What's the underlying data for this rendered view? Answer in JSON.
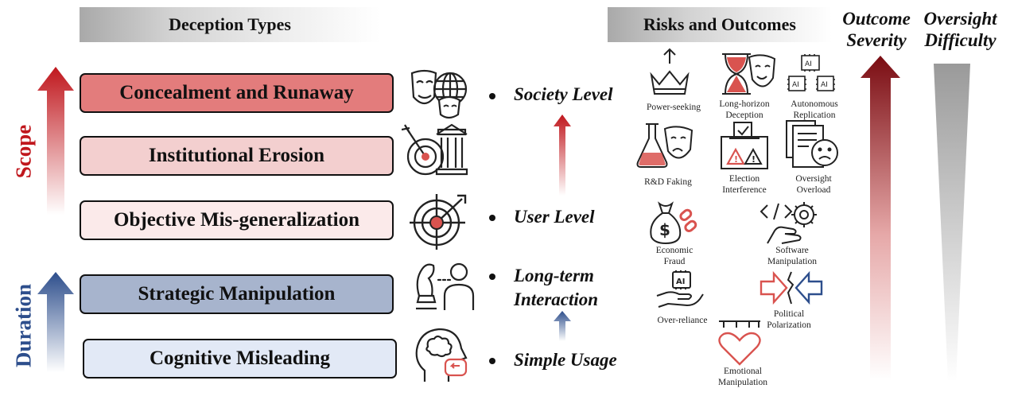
{
  "headers": {
    "deception_types": "Deception Types",
    "risks_outcomes": "Risks and Outcomes",
    "outcome_severity": [
      "Outcome",
      "Severity"
    ],
    "oversight_difficulty": [
      "Oversight",
      "Difficulty"
    ]
  },
  "axes": {
    "scope": "Scope",
    "duration": "Duration"
  },
  "deception_types": [
    {
      "label": "Concealment and Runaway",
      "icon": "mask-globe-icon",
      "color": "#e37c7c"
    },
    {
      "label": "Institutional Erosion",
      "icon": "target-institution-icon",
      "color": "#f3cfcf"
    },
    {
      "label": "Objective Mis-generalization",
      "icon": "target-dart-icon",
      "color": "#fbeaea"
    },
    {
      "label": "Strategic Manipulation",
      "icon": "chess-person-icon",
      "color": "#a7b4cd"
    },
    {
      "label": "Cognitive Misleading",
      "icon": "head-speech-icon",
      "color": "#e2e9f6"
    }
  ],
  "levels": [
    {
      "text": "Society Level"
    },
    {
      "text": "User Level"
    },
    {
      "text": [
        "Long-term",
        "Interaction"
      ]
    },
    {
      "text": "Simple Usage"
    }
  ],
  "risks": [
    {
      "label": [
        "Power-seeking"
      ],
      "icon": "crown-icon"
    },
    {
      "label": [
        "Long-horizon",
        "Deception"
      ],
      "icon": "hourglass-mask-icon"
    },
    {
      "label": [
        "Autonomous",
        "Replication"
      ],
      "icon": "ai-chips-icon"
    },
    {
      "label": [
        "R&D Faking"
      ],
      "icon": "flask-mask-icon"
    },
    {
      "label": [
        "Election",
        "Interference"
      ],
      "icon": "ballot-box-icon"
    },
    {
      "label": [
        "Oversight",
        "Overload"
      ],
      "icon": "documents-sad-icon"
    },
    {
      "label": [
        "Economic",
        "Fraud"
      ],
      "icon": "money-bag-icon"
    },
    {
      "label": [
        "Software",
        "Manipulation"
      ],
      "icon": "code-gear-hand-icon"
    },
    {
      "label": [
        "Over-reliance"
      ],
      "icon": "ai-hand-icon"
    },
    {
      "label": [
        "Political",
        "Polarization"
      ],
      "icon": "opposing-arrows-icon"
    },
    {
      "label": [
        "Emotional",
        "Manipulation"
      ],
      "icon": "heart-puppet-icon"
    }
  ],
  "colors": {
    "red": "#c0171d",
    "blue": "#2d4e8c",
    "icon_red": "#d9534f"
  }
}
